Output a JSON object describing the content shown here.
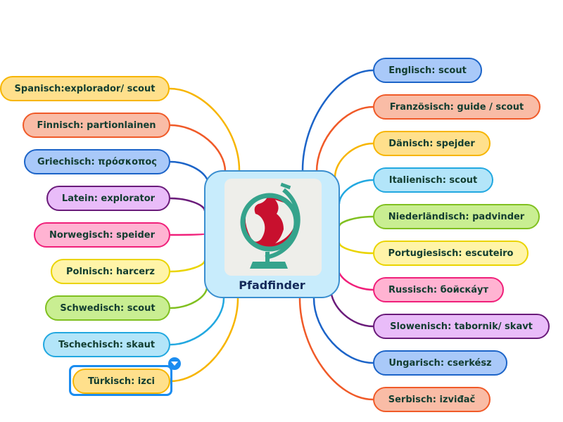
{
  "center": {
    "title": "Pfadfinder",
    "icon": "globe-icon",
    "fill": "#c8ecfc",
    "border": "#3a8fd0"
  },
  "left": [
    {
      "label": "Spanisch:explorador/ scout",
      "fill": "#ffe08c",
      "border": "#f7b500"
    },
    {
      "label": "Finnisch: partionlainen",
      "fill": "#f9bca6",
      "border": "#f05a28"
    },
    {
      "label": "Griechisch: πρόσκοπος",
      "fill": "#a9c9f9",
      "border": "#1c64c8"
    },
    {
      "label": "Latein: explorator",
      "fill": "#e9bcf9",
      "border": "#6a1b7a"
    },
    {
      "label": "Norwegisch: speider",
      "fill": "#ffb3d2",
      "border": "#f0207a"
    },
    {
      "label": "Polnisch: harcerz",
      "fill": "#fff4a8",
      "border": "#ead400"
    },
    {
      "label": "Schwedisch: scout",
      "fill": "#c9ee92",
      "border": "#80c020"
    },
    {
      "label": "Tschechisch: skaut",
      "fill": "#b3e5f9",
      "border": "#22a8e0"
    },
    {
      "label": "Türkisch: izci",
      "fill": "#ffe08c",
      "border": "#f7b500",
      "selected": true
    }
  ],
  "right": [
    {
      "label": "Englisch: scout",
      "fill": "#a9c9f9",
      "border": "#1c64c8"
    },
    {
      "label": "Französisch: guide / scout",
      "fill": "#f9bca6",
      "border": "#f05a28"
    },
    {
      "label": "Dänisch: spejder",
      "fill": "#ffe08c",
      "border": "#f7b500"
    },
    {
      "label": "Italienisch: scout",
      "fill": "#b3e5f9",
      "border": "#22a8e0"
    },
    {
      "label": "Niederländisch: padvinder",
      "fill": "#c9ee92",
      "border": "#80c020"
    },
    {
      "label": "Portugiesisch: escuteiro",
      "fill": "#fff4a8",
      "border": "#ead400"
    },
    {
      "label": "Russisch: бойскáут",
      "fill": "#ffb3d2",
      "border": "#f0207a"
    },
    {
      "label": "Slowenisch: tabornik/ skavt",
      "fill": "#e9bcf9",
      "border": "#6a1b7a"
    },
    {
      "label": "Ungarisch: cserkész",
      "fill": "#a9c9f9",
      "border": "#1c64c8"
    },
    {
      "label": "Serbisch: izviđač",
      "fill": "#f9bca6",
      "border": "#f05a28"
    }
  ]
}
